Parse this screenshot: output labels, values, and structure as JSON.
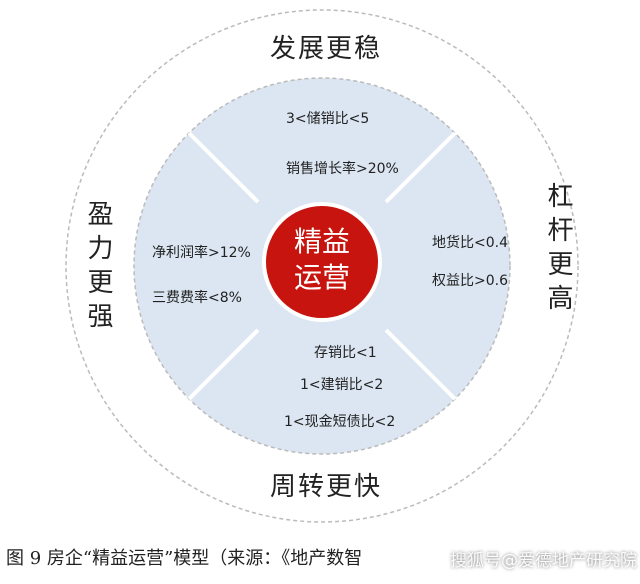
{
  "outer_ring": {
    "top": "发展更稳",
    "right": "杠杆更高",
    "bottom": "周转更快",
    "left": "盈力更强"
  },
  "core": {
    "line1": "精益",
    "line2": "运营",
    "color": "#c8140f"
  },
  "quadrants": {
    "top": [
      "3<储销比<5",
      "销售增长率>20%"
    ],
    "right": [
      "地货比<0.4",
      "权益比>0.6"
    ],
    "bottom": [
      "存销比<1",
      "1<建销比<2",
      "1<现金短债比<2"
    ],
    "left": [
      "净利润率>12%",
      "三费费率<8%"
    ]
  },
  "colors": {
    "inner_fill": "#dbe6f2",
    "ring_border": "#bbbbbb",
    "divider": "#ffffff"
  },
  "caption": "图 9  房企“精益运营”模型（来源：《地产数智",
  "watermark": "搜狐号@爱德地产研究院"
}
